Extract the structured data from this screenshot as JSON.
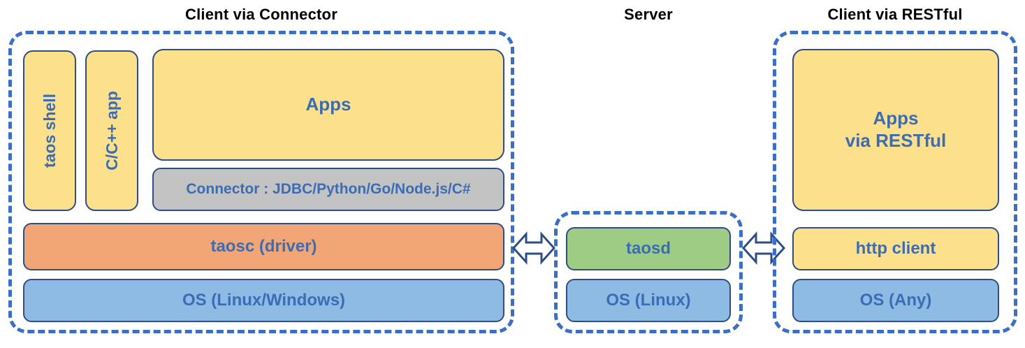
{
  "diagram": {
    "title_color": "#000000",
    "label_color": "#3C6CB4",
    "dashed_border_color": "#3A6FC4",
    "node_border_color": "#2E4E83",
    "palette": {
      "yellow": "#FCE08C",
      "orange": "#F2A675",
      "blue": "#8EBBE3",
      "green": "#9ECC85",
      "gray": "#C3C3C3"
    }
  },
  "sections": {
    "client_connector": {
      "title": "Client via Connector",
      "nodes": {
        "taos_shell": "taos shell",
        "c_cpp_app": "C/C++ app",
        "apps": "Apps",
        "connector": "Connector : JDBC/Python/Go/Node.js/C#",
        "taosc": "taosc (driver)",
        "os": "OS (Linux/Windows)"
      }
    },
    "server": {
      "title": "Server",
      "nodes": {
        "taosd": "taosd",
        "os": "OS (Linux)"
      }
    },
    "client_restful": {
      "title": "Client via RESTful",
      "nodes": {
        "apps": "Apps\nvia RESTful",
        "apps_line1": "Apps",
        "apps_line2": "via RESTful",
        "http_client": "http client",
        "os": "OS (Any)"
      }
    }
  },
  "connectors": {
    "left_arrow": "double-headed-arrow",
    "right_arrow": "double-headed-arrow"
  }
}
